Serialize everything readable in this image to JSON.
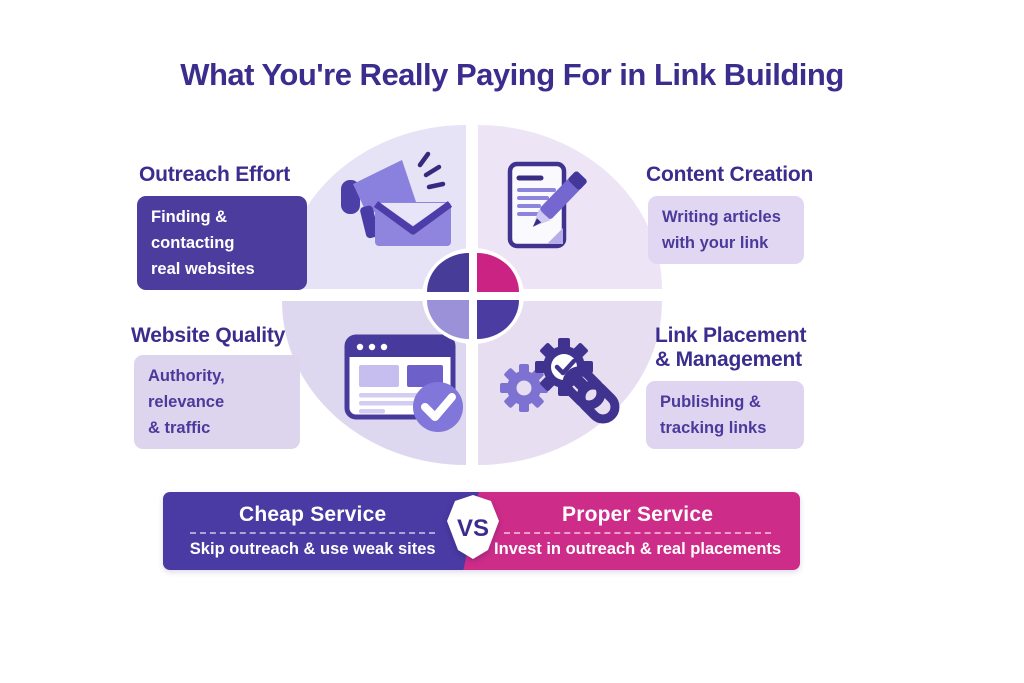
{
  "title": "What You're Really Paying For in Link Building",
  "quadrant_circle": {
    "top_left": {
      "heading_lines": [
        "Outreach Effort"
      ],
      "body_lines": [
        "Finding & contacting",
        "real websites"
      ],
      "icon": "megaphone-email-icon"
    },
    "top_right": {
      "heading_lines": [
        "Content Creation"
      ],
      "body_lines": [
        "Writing articles",
        "with your link"
      ],
      "icon": "document-pencil-icon"
    },
    "bottom_left": {
      "heading_lines": [
        "Website Quality"
      ],
      "body_lines": [
        "Authority, relevance",
        "& traffic"
      ],
      "icon": "browser-check-icon"
    },
    "bottom_right": {
      "heading_lines": [
        "Link Placement",
        "& Management"
      ],
      "body_lines": [
        "Publishing &",
        "tracking links"
      ],
      "icon": "gears-chain-icon"
    }
  },
  "comparison_bar": {
    "vs_label": "VS",
    "left": {
      "title": "Cheap Service",
      "subtitle": "Skip outreach & use weak sites"
    },
    "right": {
      "title": "Proper Service",
      "subtitle": "Invest in outreach & real placements"
    }
  },
  "colors": {
    "heading": "#3b2d8e",
    "quad_tl": "#e5e3f5",
    "quad_tr": "#ede5f6",
    "quad_bl": "#ded7f0",
    "quad_br": "#e7def2",
    "mini_tl": "#473c97",
    "mini_tr": "#cb2384",
    "mini_bl": "#9a91d8",
    "mini_br": "#4a3ca0",
    "box_dark": "#4c3c9e",
    "box_tr": "#e2d7f2",
    "box_bl": "#ddd4ee",
    "box_br": "#e0d5f0",
    "box_text": "#4b3a9c",
    "bar_left": "#4a3aa3",
    "bar_right": "#ce2c89",
    "icon_dark": "#3f338f",
    "icon_mid": "#7b6fd4",
    "icon_light": "#8d85dd"
  }
}
